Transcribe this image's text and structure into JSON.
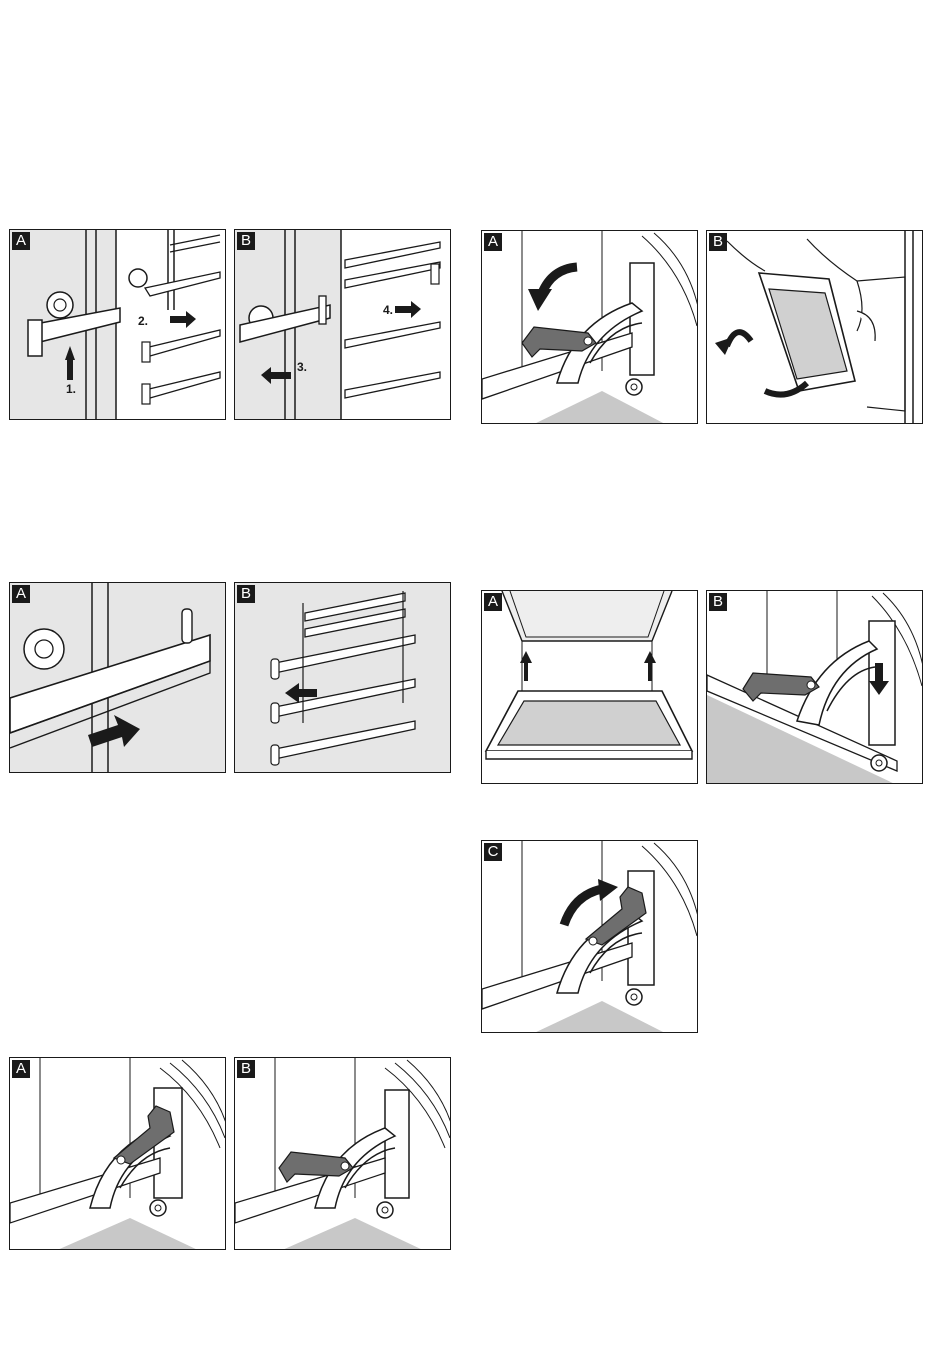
{
  "figures": [
    {
      "panels": [
        {
          "label": "A",
          "steps": [
            "1.",
            "2."
          ]
        },
        {
          "label": "B",
          "steps": [
            "3.",
            "4."
          ]
        }
      ]
    },
    {
      "panels": [
        {
          "label": "A"
        },
        {
          "label": "B"
        }
      ]
    },
    {
      "panels": [
        {
          "label": "A"
        },
        {
          "label": "B"
        }
      ]
    },
    {
      "panels": [
        {
          "label": "A"
        },
        {
          "label": "B"
        }
      ]
    },
    {
      "panels": [
        {
          "label": "A"
        },
        {
          "label": "B"
        }
      ]
    },
    {
      "panels": [
        {
          "label": "C"
        }
      ]
    }
  ],
  "colors": {
    "frame": "#1a1a1a",
    "panel_fill": "#e6e6e6",
    "lever": "#6e6e6e",
    "floor": "#c8c8c8"
  }
}
